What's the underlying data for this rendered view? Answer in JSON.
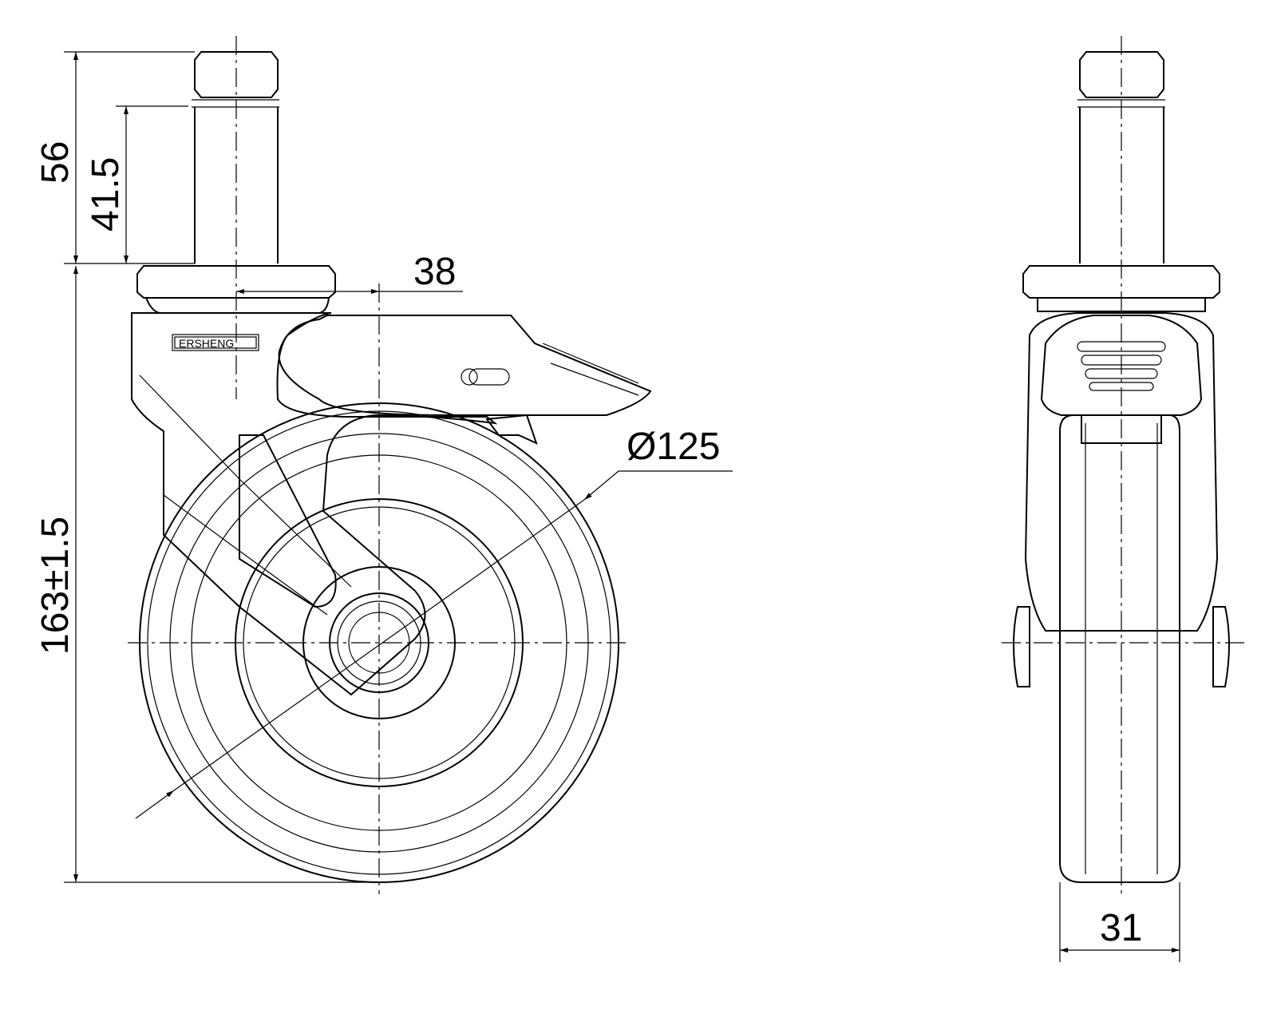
{
  "drawing": {
    "brand_logo": "ERSHENG",
    "dimensions": {
      "stem_total_height": "56",
      "stem_height": "41.5",
      "overall_height": "163±1.5",
      "offset": "38",
      "wheel_diameter": "Ø125",
      "wheel_width": "31"
    },
    "colors": {
      "line": "#000000",
      "background": "#ffffff"
    }
  }
}
